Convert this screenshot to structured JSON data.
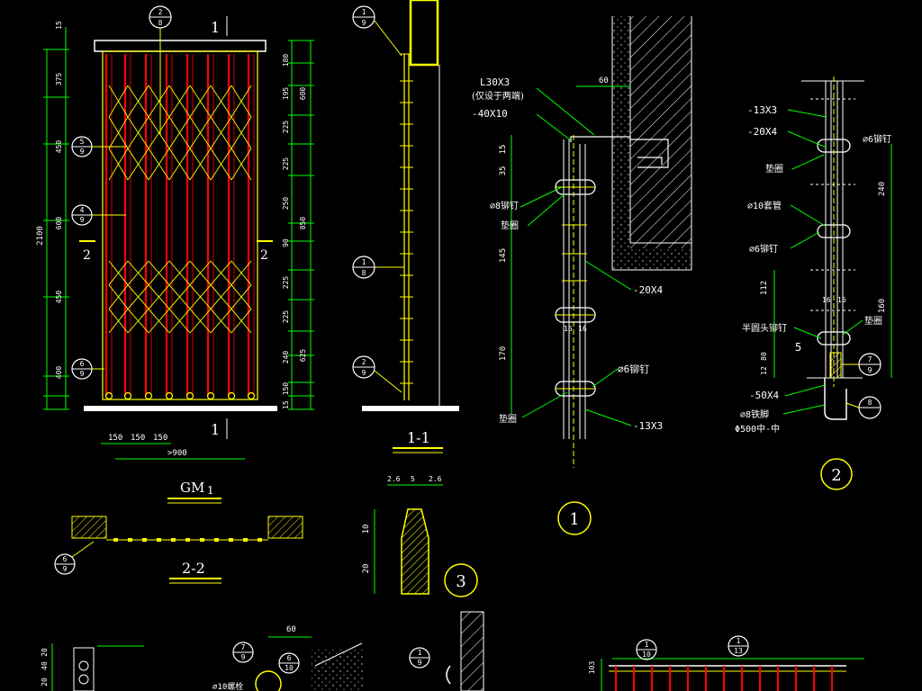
{
  "elevation": {
    "tag_top": "1",
    "tag_bottom": "1",
    "tag_left": "2",
    "tag_right": "2",
    "dim_total_height": "2100",
    "dims_left": [
      "15",
      "375",
      "450",
      "600",
      "450",
      "400"
    ],
    "dims_right_inner": [
      "180",
      "195",
      "225",
      "225",
      "250",
      "90",
      "225",
      "225",
      "240",
      "150",
      "15"
    ],
    "dims_right_outer": [
      "600",
      "850",
      "625"
    ],
    "dims_bottom": [
      "150",
      "150",
      "150"
    ],
    "dim_width": ">900",
    "callouts": [
      {
        "top": "2",
        "bottom": "8"
      },
      {
        "top": "5",
        "bottom": "9"
      },
      {
        "top": "4",
        "bottom": "9"
      },
      {
        "top": "6",
        "bottom": "9"
      }
    ],
    "title": "GM",
    "title_num": "1"
  },
  "section11": {
    "title": "1-1",
    "callouts": [
      {
        "top": "1",
        "bottom": "9"
      },
      {
        "top": "1",
        "bottom": "8"
      },
      {
        "top": "2",
        "bottom": "9"
      }
    ]
  },
  "plan22": {
    "title": "2-2",
    "callout": {
      "top": "6",
      "bottom": "9"
    }
  },
  "detail1": {
    "labels": [
      "L30X3",
      "(仅设于两端)",
      "-40X10",
      "⌀8铆钉",
      "垫圈",
      "-20X4",
      "⌀6铆钉",
      "垫圈",
      "-13X3"
    ],
    "dims": [
      "60",
      "15",
      "35",
      "145",
      "16",
      "16",
      "170"
    ],
    "number": "1"
  },
  "detail2": {
    "labels": [
      "-13X3",
      "-20X4",
      "⌀6铆钉",
      "垫圈",
      "⌀10套管",
      "⌀6铆钉",
      "半圆头铆钉",
      "垫圈",
      "-50X4",
      "⌀8铁脚",
      "Φ500中-中"
    ],
    "dims": [
      "240",
      "112",
      "16",
      "16",
      "160",
      "80",
      "12"
    ],
    "marker": "5",
    "callouts": [
      {
        "top": "7",
        "bottom": "9"
      },
      {
        "top": "8",
        "bottom": ""
      }
    ],
    "number": "2"
  },
  "detail3": {
    "dims_top": [
      "2.6",
      "5",
      "2.6"
    ],
    "dims_left": [
      "10",
      "20"
    ],
    "number": "3"
  },
  "bottom_row": {
    "dims": [
      "60",
      "40",
      "20",
      "20",
      "103"
    ],
    "callouts": [
      {
        "top": "7",
        "bottom": "9"
      },
      {
        "top": "6",
        "bottom": "10"
      },
      {
        "top": "1",
        "bottom": "9"
      },
      {
        "top": "1",
        "bottom": "10"
      },
      {
        "top": "1",
        "bottom": "13"
      }
    ],
    "note": "⌀10螺栓"
  },
  "colors": {
    "background": "#000000",
    "frame": "#ffff00",
    "dimension": "#00ff00",
    "text": "#ffffff",
    "bar": "#ff0000",
    "hatch": "#ffff00",
    "concrete": "#ffffff"
  }
}
